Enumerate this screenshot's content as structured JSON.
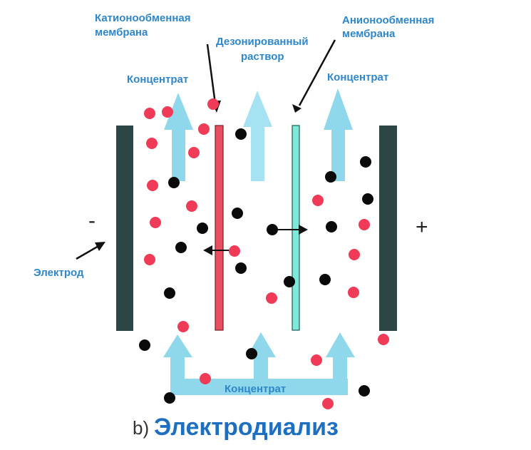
{
  "labels": {
    "cation_membrane": [
      "Катионообменная",
      "мембрана"
    ],
    "anion_membrane": [
      "Анионообменная",
      "мембрана"
    ],
    "desalted": [
      "Дезонированный",
      "раствор"
    ],
    "concentrate_left": "Концентрат",
    "concentrate_right": "Концентрат",
    "concentrate_bottom": "Концентрат",
    "electrode": "Электрод",
    "minus": "-",
    "plus": "+",
    "caption_prefix": "b)",
    "caption_title": "Электродиализ"
  },
  "colors": {
    "label_blue": "#2f86c8",
    "caption_blue": "#1f6fc0",
    "electrode": "#2c4646",
    "cation_membrane": "#e8505f",
    "anion_membrane": "#7fe8d8",
    "arrow_light_blue": "#8fd8ec",
    "cation_ion": "#ef3b57",
    "anion_ion": "#0a0a0a"
  }
}
